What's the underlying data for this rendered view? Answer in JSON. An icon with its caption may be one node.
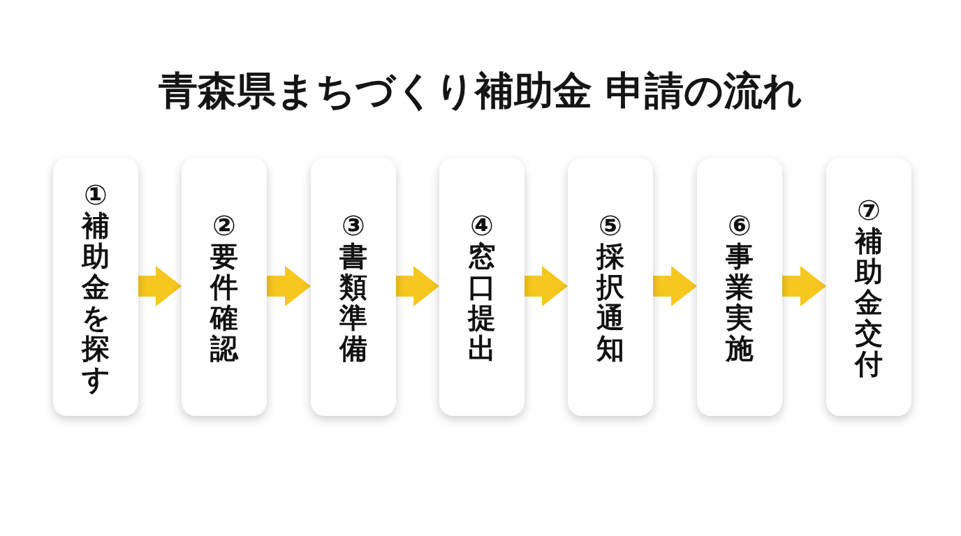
{
  "diagram": {
    "title": "青森県まちづくり補助金 申請の流れ",
    "nodes": [
      {
        "text": [
          "①補助金を探す"
        ]
      },
      {
        "text": [
          "②要件確認"
        ]
      },
      {
        "text": [
          "③書類準備"
        ]
      },
      {
        "text": [
          "④窓口提出"
        ]
      },
      {
        "text": [
          "⑤採択通知"
        ]
      },
      {
        "text": [
          "⑥事業実施"
        ]
      },
      {
        "text": [
          "⑦補助金交付"
        ]
      }
    ],
    "edges": [
      {
        "from": 0,
        "to": 1,
        "arrow": "to"
      },
      {
        "from": 1,
        "to": 2,
        "arrow": "to"
      },
      {
        "from": 2,
        "to": 3,
        "arrow": "to"
      },
      {
        "from": 3,
        "to": 4,
        "arrow": "to"
      },
      {
        "from": 4,
        "to": 5,
        "arrow": "to"
      },
      {
        "from": 5,
        "to": 6,
        "arrow": "to"
      }
    ]
  }
}
